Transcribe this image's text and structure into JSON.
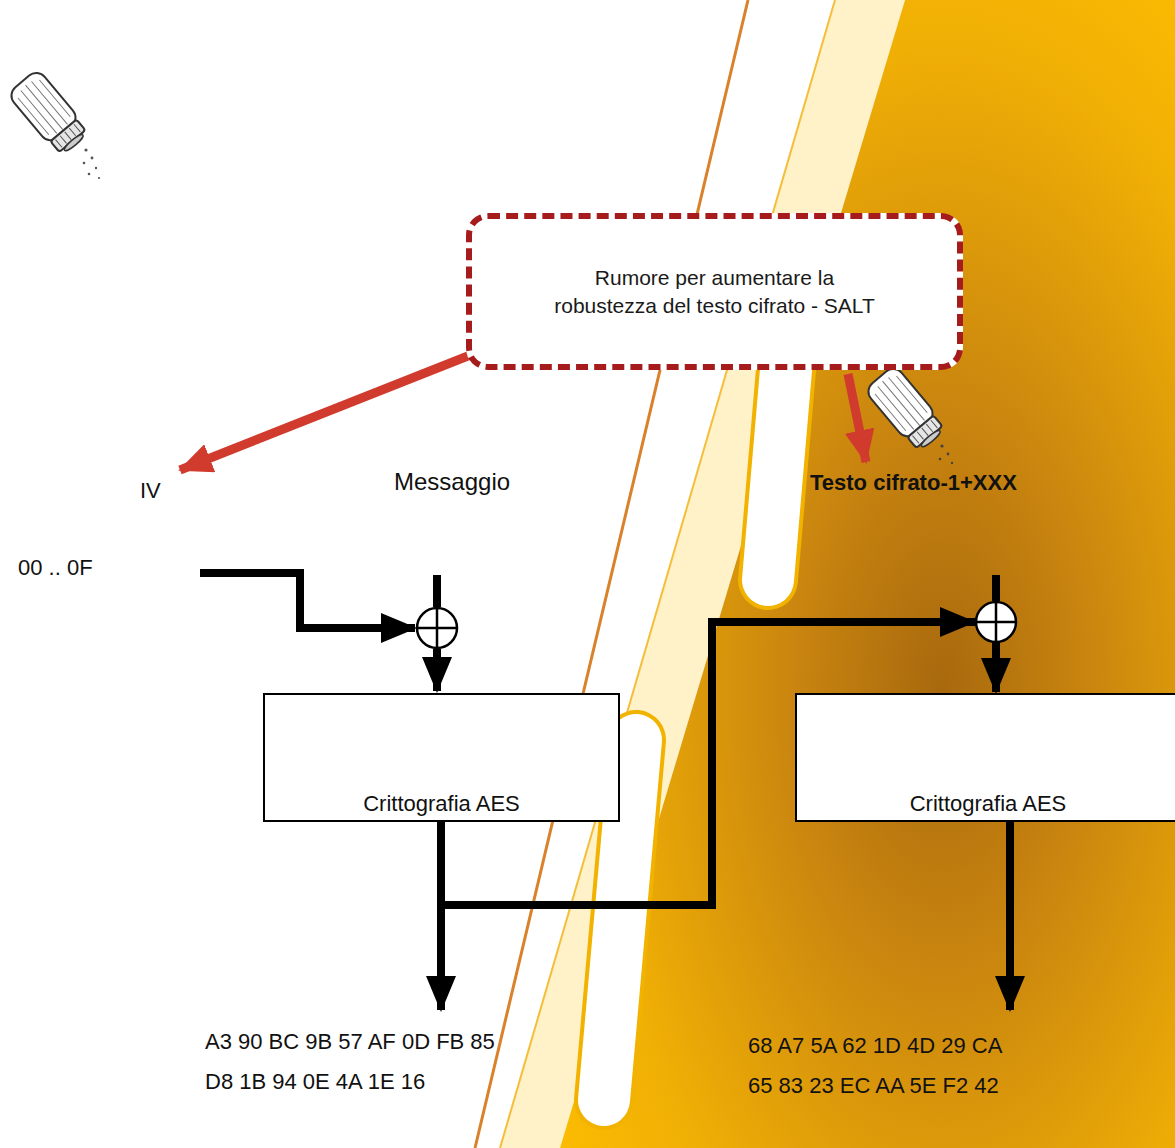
{
  "diagram": {
    "nodes": [
      {
        "text": [
          "Rumore per aumentare la robustezza del testo cifrato - SALT"
        ]
      },
      {
        "text": [
          "Crittografia AES"
        ]
      },
      {
        "text": [
          "Crittografia AES"
        ]
      }
    ],
    "edges": [
      {
        "from": 1,
        "to": 2,
        "arrow": "to"
      }
    ],
    "labels": [
      "IV",
      "00 .. 0F",
      "Messaggio",
      "Testo cifrato-1+XXX",
      "A3 90 BC 9B 57 AF 0D FB 85 D8 1B 94 0E 4A 1E 16",
      "68 A7 5A 62 1D 4D 29 CA 65 83 23 EC AA 5E F2 42"
    ]
  }
}
